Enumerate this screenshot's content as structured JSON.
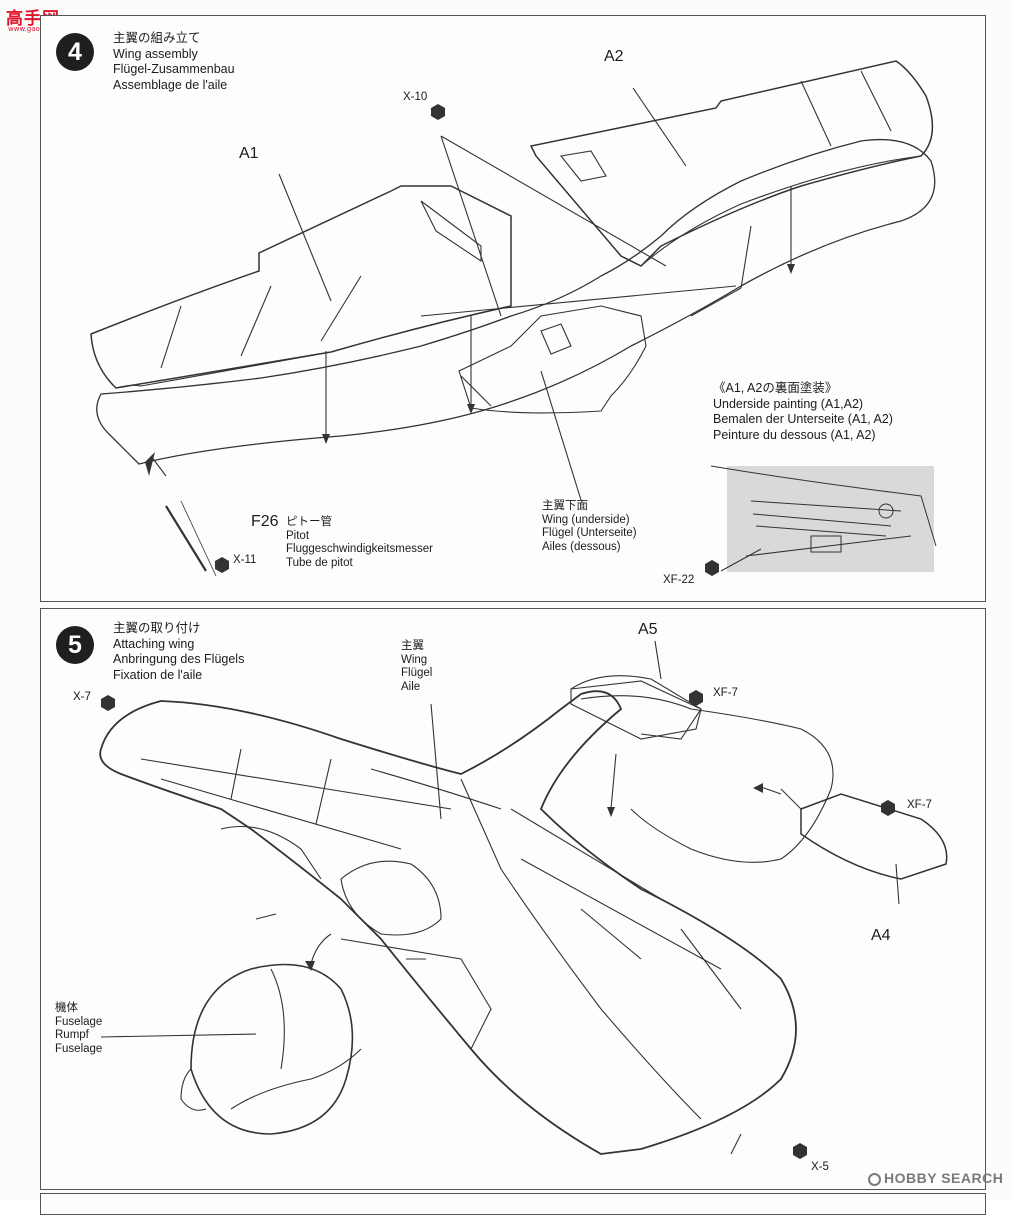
{
  "watermark": {
    "glyphs": "高手网",
    "url": "www.gaoshou.com"
  },
  "step4": {
    "number": "4",
    "title_lines": [
      "主翼の組み立て",
      "Wing assembly",
      "Flügel-Zusammenbau",
      "Assemblage de l'aile"
    ],
    "part_a1": "A1",
    "part_a2": "A2",
    "paint_x10": "X-10",
    "part_f26": "F26",
    "pitot_lines": [
      "ピトー管",
      "Pitot",
      "Fluggeschwindigkeitsmesser",
      "Tube de pitot"
    ],
    "paint_x11": "X-11",
    "underside_lines": [
      "《A1, A2の裏面塗装》",
      "Underside painting (A1,A2)",
      "Bemalen der Unterseite (A1, A2)",
      "Peinture du dessous (A1, A2)"
    ],
    "wing_underside_lines": [
      "主翼下面",
      "Wing (underside)",
      "Flügel (Unterseite)",
      "Ailes (dessous)"
    ],
    "paint_xf22": "XF-22"
  },
  "step5": {
    "number": "5",
    "title_lines": [
      "主翼の取り付け",
      "Attaching wing",
      "Anbringung des Flügels",
      "Fixation de l'aile"
    ],
    "paint_x7": "X-7",
    "wing_lines": [
      "主翼",
      "Wing",
      "Flügel",
      "Aile"
    ],
    "part_a5": "A5",
    "paint_xf7_a": "XF-7",
    "paint_xf7_b": "XF-7",
    "part_a4": "A4",
    "fuselage_lines": [
      "機体",
      "Fuselage",
      "Rumpf",
      "Fuselage"
    ],
    "paint_x5": "X-5"
  },
  "footer": {
    "brand": "HOBBY SEARCH"
  }
}
